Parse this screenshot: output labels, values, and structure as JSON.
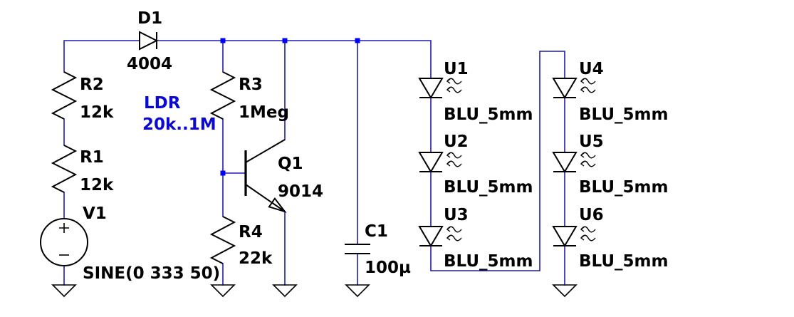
{
  "colors": {
    "background": "#ffffff",
    "wire": "#1c1cb0",
    "component": "#000000",
    "junction": "#0000ff",
    "text": "#000000",
    "annotation": "#0a0ad0"
  },
  "parts": {
    "d1": {
      "ref": "D1",
      "value": "4004"
    },
    "r2": {
      "ref": "R2",
      "value": "12k"
    },
    "r1": {
      "ref": "R1",
      "value": "12k"
    },
    "v1": {
      "ref": "V1",
      "value": "SINE(0 333 50)"
    },
    "r3": {
      "ref": "R3",
      "value": "1Meg"
    },
    "r4": {
      "ref": "R4",
      "value": "22k"
    },
    "q1": {
      "ref": "Q1",
      "value": "9014"
    },
    "c1": {
      "ref": "C1",
      "value": "100µ"
    },
    "u1": {
      "ref": "U1",
      "value": "BLU_5mm"
    },
    "u2": {
      "ref": "U2",
      "value": "BLU_5mm"
    },
    "u3": {
      "ref": "U3",
      "value": "BLU_5mm"
    },
    "u4": {
      "ref": "U4",
      "value": "BLU_5mm"
    },
    "u5": {
      "ref": "U5",
      "value": "BLU_5mm"
    },
    "u6": {
      "ref": "U6",
      "value": "BLU_5mm"
    }
  },
  "annotations": {
    "ldr_label": "LDR",
    "ldr_range": "20k..1M"
  }
}
